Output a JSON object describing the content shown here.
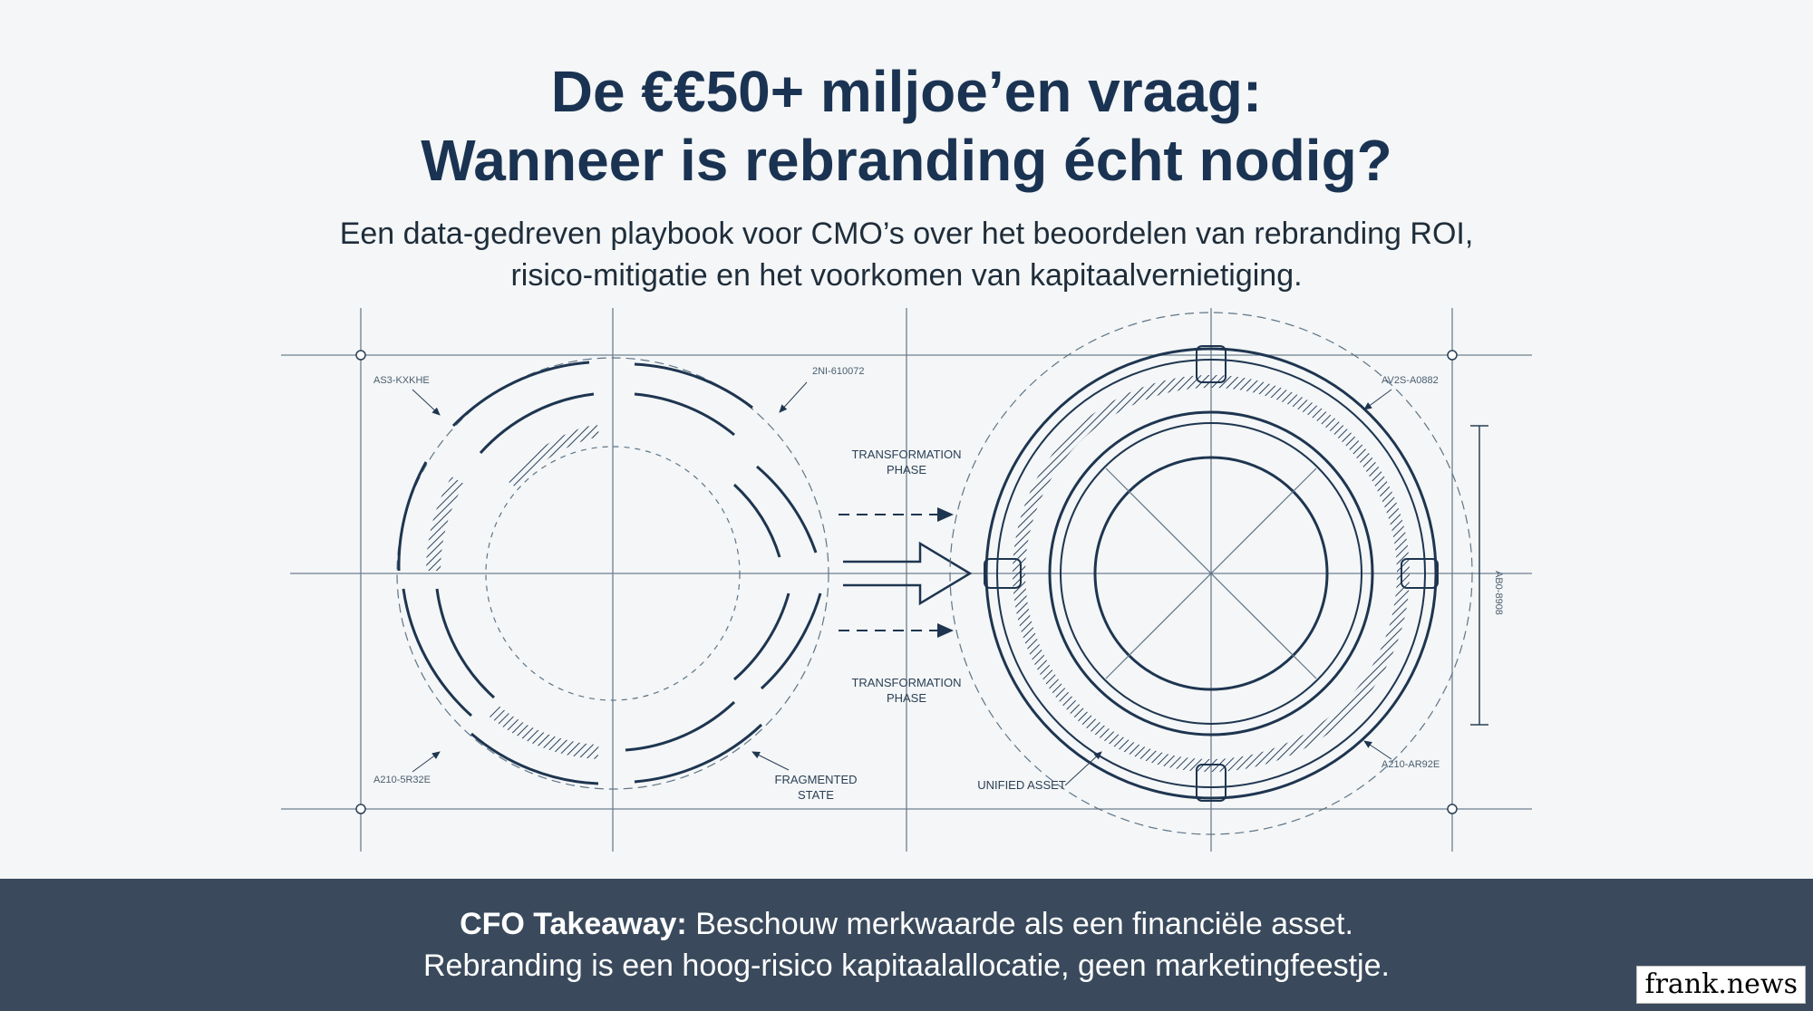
{
  "title": {
    "line1": "De €€50+ miljoe’en vraag:",
    "line2": "Wanneer is rebranding écht nodig?"
  },
  "subtitle": {
    "line1": "Een data-gedreven playbook voor CMO’s over het beoordelen van rebranding ROI,",
    "line2": "risico-mitigatie en het voorkomen van kapitaalvernietiging."
  },
  "diagram": {
    "code_top_left": "AS3-KXKHE",
    "code_top_mid": "2NI-610072",
    "code_bottom_left": "A210-5R32E",
    "code_top_right": "AV2S-A0882",
    "code_bottom_right": "A210-AR92E",
    "code_side_right": "AB0-8908",
    "phase_top_line1": "TRANSFORMATION",
    "phase_top_line2": "PHASE",
    "phase_bottom_line1": "TRANSFORMATION",
    "phase_bottom_line2": "PHASE",
    "fragmented_line1": "FRAGMENTED",
    "fragmented_line2": "STATE",
    "unified": "UNIFIED ASSET"
  },
  "footer": {
    "takeaway_label": "CFO Takeaway:",
    "line1_rest": " Beschouw merkwaarde als een financiële asset.",
    "line2": "Rebranding is een hoog-risico kapitaalallocatie, geen marketingfeestje."
  },
  "logo": "frank.news",
  "colors": {
    "title": "#1b3352",
    "footer_bg": "#3a4a5c",
    "line": "#1e3550"
  }
}
